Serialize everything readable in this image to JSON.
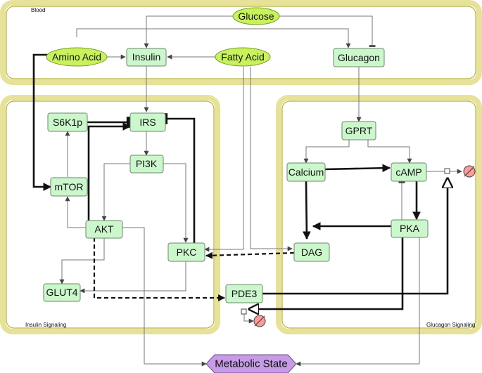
{
  "compartments": {
    "blood": "Blood",
    "insulin": "Insulin Signaling",
    "glucagon": "Glucagon Signaling"
  },
  "nodes": {
    "glucose": "Glucose",
    "amino_acid": "Amino Acid",
    "insulin": "Insulin",
    "fatty_acid": "Fatty Acid",
    "glucagon": "Glucagon",
    "s6k1p": "S6K1p",
    "irs": "IRS",
    "pi3k": "PI3K",
    "mtor": "mTOR",
    "akt": "AKT",
    "pkc": "PKC",
    "glut4": "GLUT4",
    "gprt": "GPRT",
    "calcium": "Calcium",
    "camp": "cAMP",
    "pka": "PKA",
    "dag": "DAG",
    "pde3": "PDE3",
    "metabolic_state": "Metabolic State"
  },
  "colors": {
    "process_node": "#ccf7cc",
    "simple_chemical": "#c8f25b",
    "phenotype": "#c79be6",
    "compartment": "#e7e29a",
    "degradation": "#ff9a9a"
  }
}
